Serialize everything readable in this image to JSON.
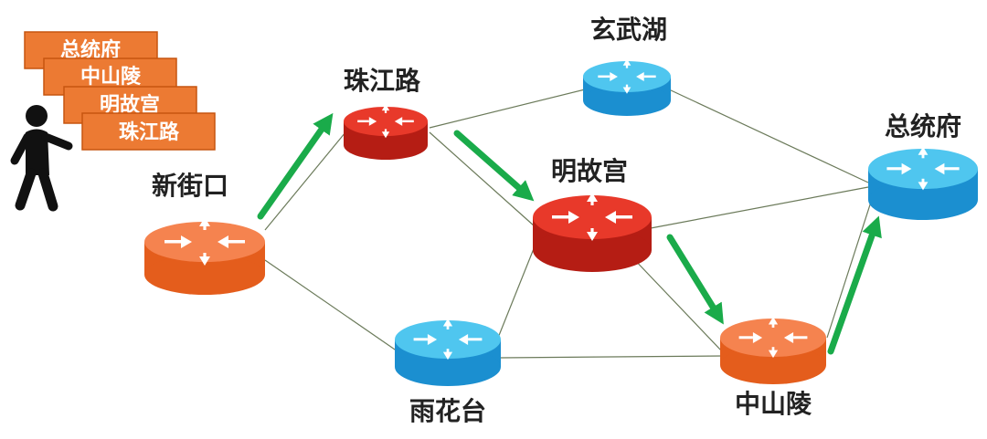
{
  "stack_cards": [
    "总统府",
    "中山陵",
    "明故宫",
    "珠江路"
  ],
  "nodes": {
    "xinjiekou": {
      "label": "新街口",
      "color": "orange"
    },
    "zhujianglu": {
      "label": "珠江路",
      "color": "red"
    },
    "xuanwuhu": {
      "label": "玄武湖",
      "color": "blue"
    },
    "minggugong": {
      "label": "明故宫",
      "color": "red"
    },
    "zongtongfu": {
      "label": "总统府",
      "color": "blue"
    },
    "yuhuatai": {
      "label": "雨花台",
      "color": "blue"
    },
    "zhongshanling": {
      "label": "中山陵",
      "color": "orange"
    }
  },
  "route": [
    "新街口",
    "珠江路",
    "明故宫",
    "中山陵",
    "总统府"
  ],
  "colors": {
    "orange_top": "#f5834f",
    "orange_side": "#e45d1c",
    "red_top": "#e8392a",
    "red_side": "#b51d14",
    "blue_top": "#4fc6ef",
    "blue_side": "#1b8fd0",
    "card_fill": "#ec7a33",
    "card_border": "#c65510",
    "arrow": "#1aab4a",
    "link": "#6b7a5a"
  }
}
